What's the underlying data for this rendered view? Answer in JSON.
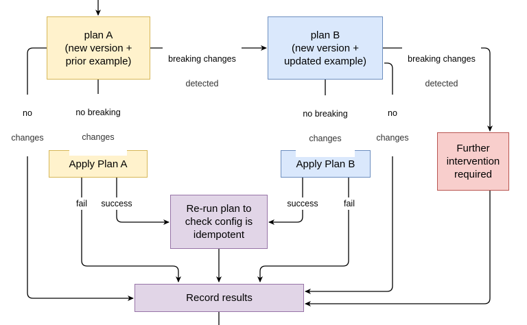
{
  "nodes": {
    "plan_a": "plan A\n(new version +\nprior example)",
    "plan_b": "plan B\n(new version +\nupdated example)",
    "apply_a": "Apply Plan A",
    "apply_b": "Apply Plan B",
    "further": "Further\nintervention\nrequired",
    "rerun": "Re-run plan to\ncheck config is\nidempotent",
    "record": "Record results"
  },
  "edge_labels": {
    "breaking_a_1": "breaking changes",
    "breaking_a_2": "detected",
    "breaking_b_1": "breaking changes",
    "breaking_b_2": "detected",
    "no_changes_a_1": "no",
    "no_changes_a_2": "changes",
    "no_breaking_a_1": "no breaking",
    "no_breaking_a_2": "changes",
    "no_breaking_b_1": "no breaking",
    "no_breaking_b_2": "changes",
    "no_changes_b_1": "no",
    "no_changes_b_2": "changes",
    "fail_a": "fail",
    "success_a": "success",
    "success_b": "success",
    "fail_b": "fail"
  },
  "colors": {
    "yellow_fill": "#fff2cc",
    "blue_fill": "#dae8fc",
    "red_fill": "#f8cecc",
    "purple_fill": "#e1d5e7",
    "edge": "#000000"
  }
}
